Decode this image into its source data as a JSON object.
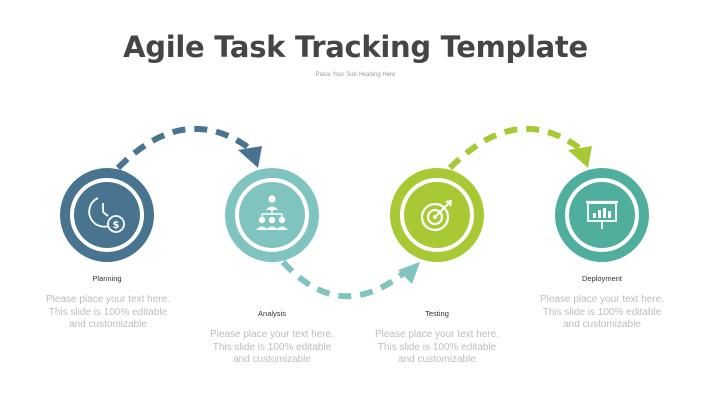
{
  "title": "Agile Task Tracking Template",
  "subtitle": "Place Your Sub Heading Here",
  "colors": {
    "step1": "#48748f",
    "step2": "#7fc4bf",
    "step3": "#a6c934",
    "step4": "#4fae9c",
    "text": "#454545",
    "muted": "#bdbdbd"
  },
  "steps": [
    {
      "label": "Planning",
      "icon": "clock-dollar-icon",
      "text": "Please place your text here. This slide is 100% editable and customizable"
    },
    {
      "label": "Analysis",
      "icon": "team-hierarchy-icon",
      "text": "Please place your text here. This slide is 100% editable and customizable"
    },
    {
      "label": "Testing",
      "icon": "target-arrow-icon",
      "text": "Please place your text here. This slide is 100% editable and customizable"
    },
    {
      "label": "Deployment",
      "icon": "presentation-board-icon",
      "text": "Please place your text here. This slide is 100% editable and customizable"
    }
  ]
}
